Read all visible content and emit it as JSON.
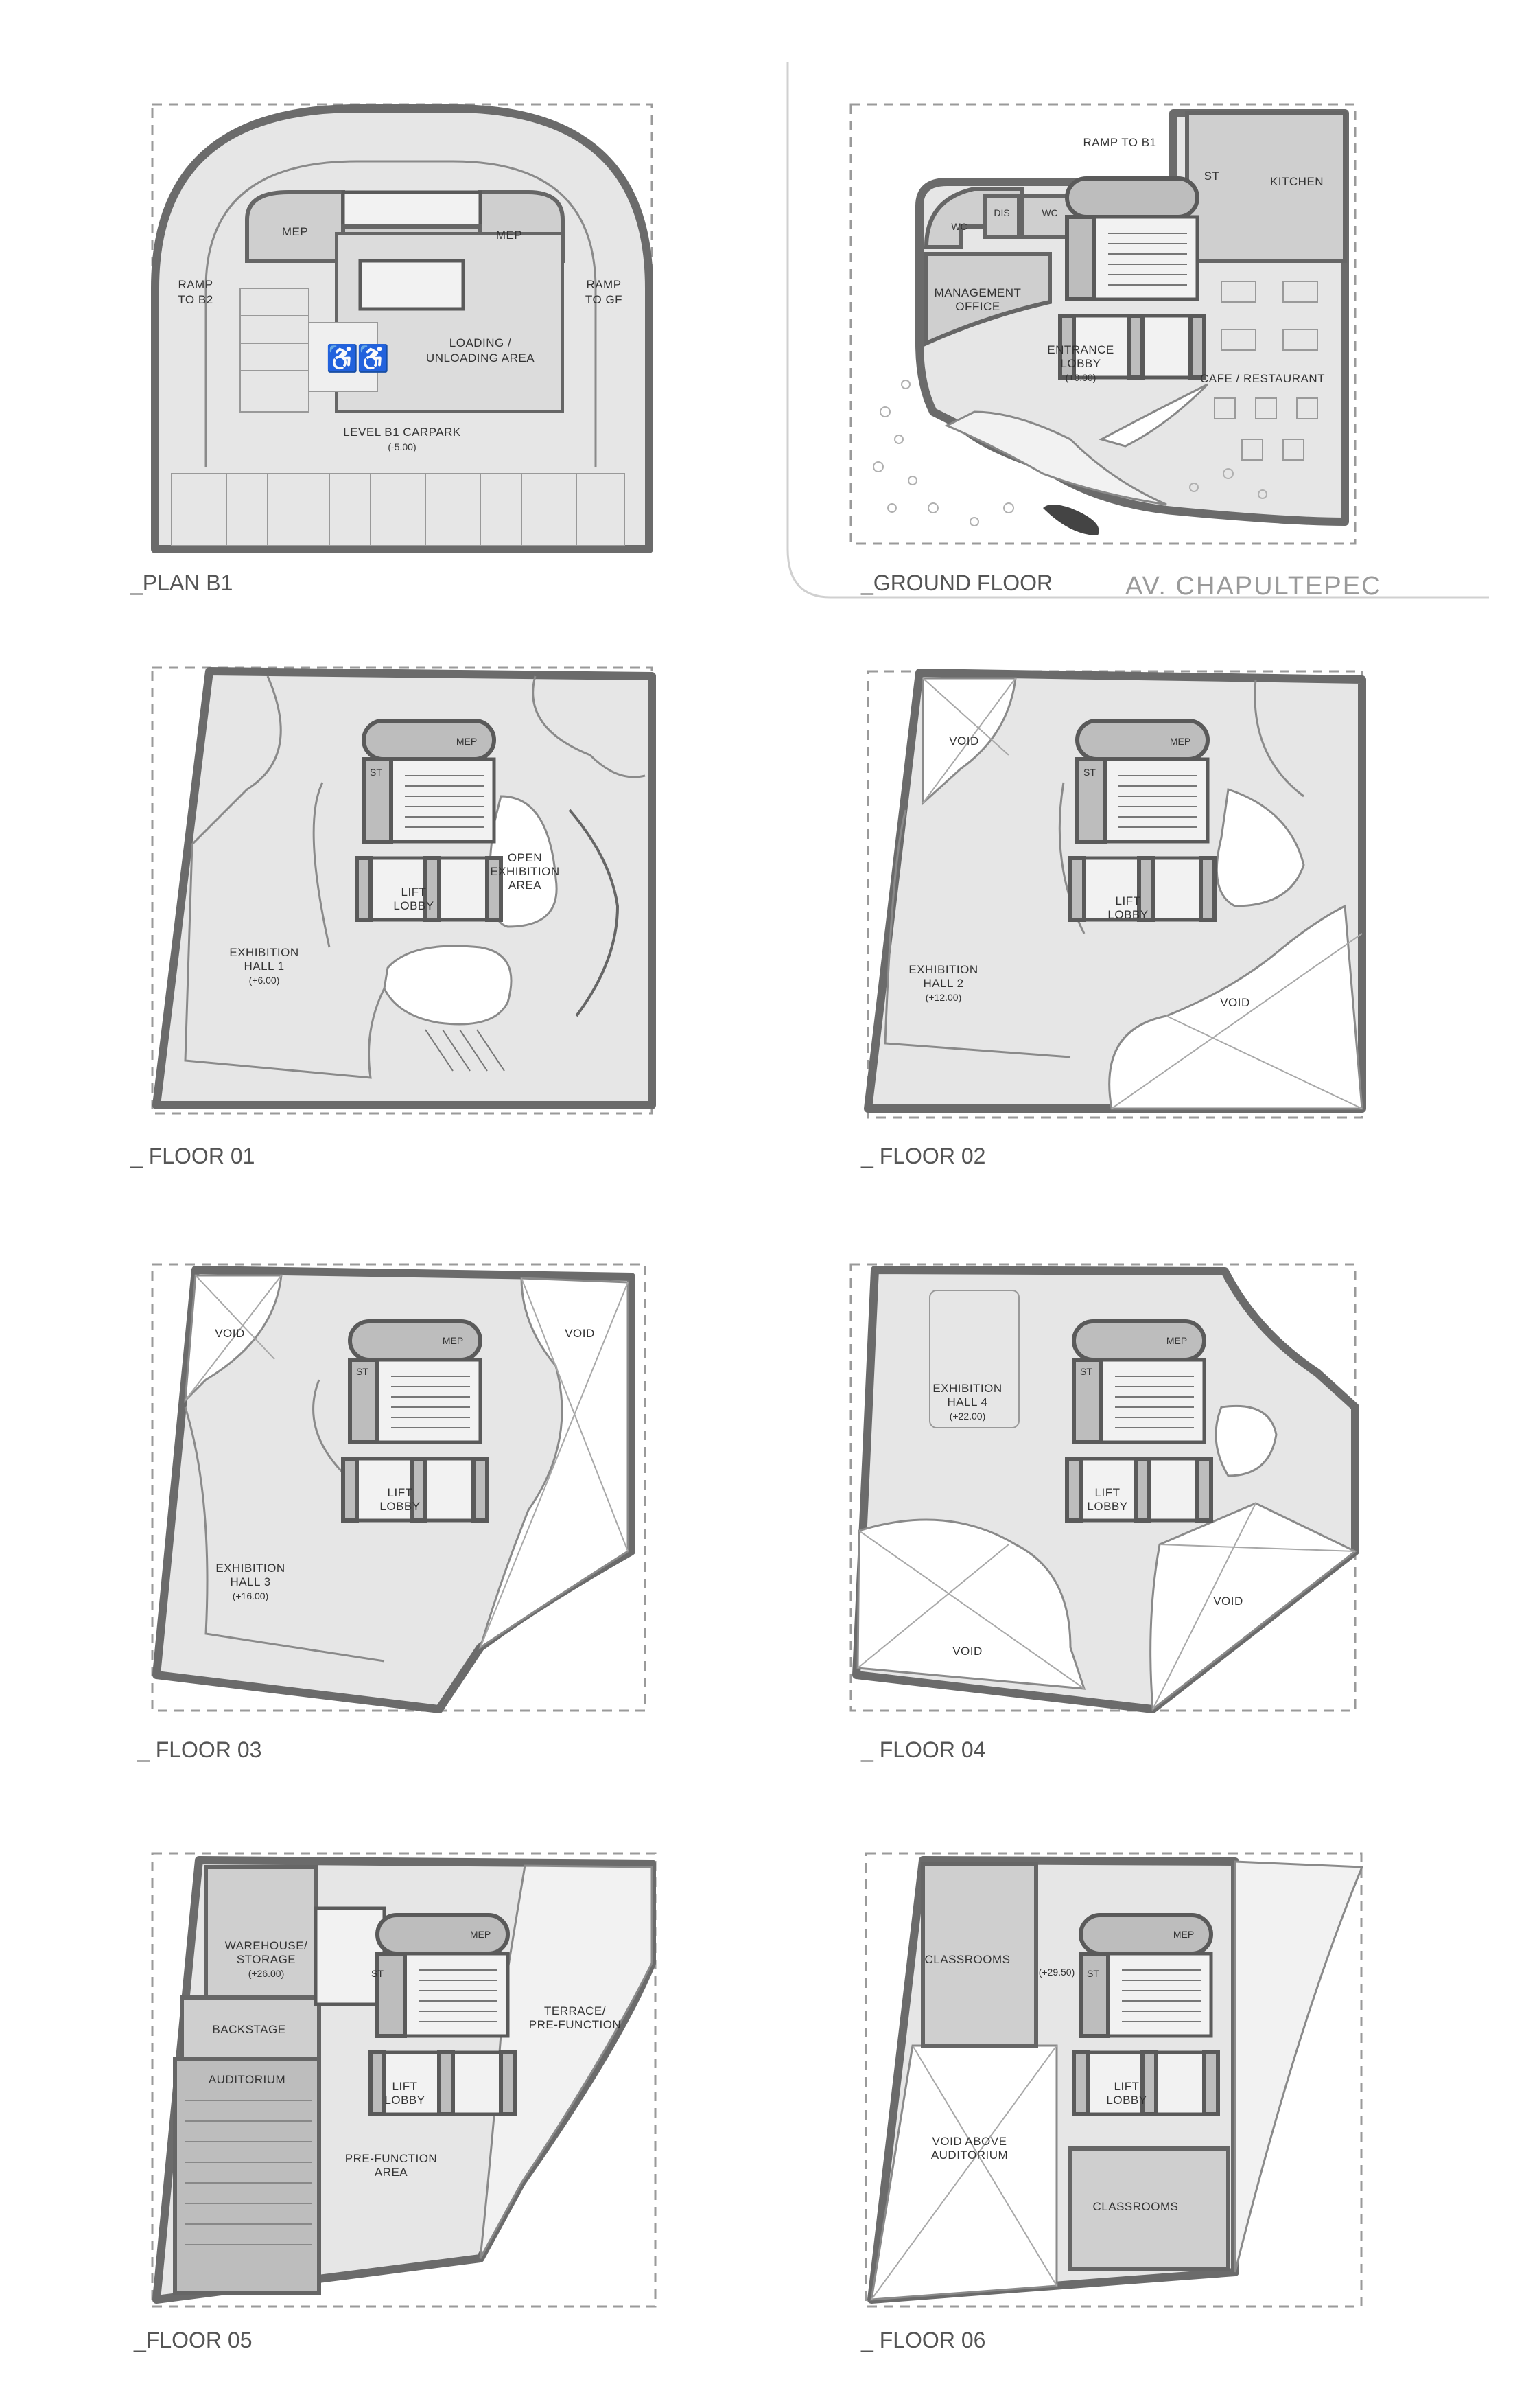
{
  "captions": {
    "b1": "_PLAN B1",
    "gf": "_GROUND FLOOR",
    "f01": "_ FLOOR 01",
    "f02": "_ FLOOR 02",
    "f03": "_ FLOOR 03",
    "f04": "_ FLOOR 04",
    "f05": "_FLOOR 05",
    "f06": "_ FLOOR 06"
  },
  "street_name": "AV. CHAPULTEPEC",
  "b1": {
    "mep": "MEP",
    "ramp_b2": [
      "RAMP",
      "TO B2"
    ],
    "ramp_gf": [
      "RAMP",
      "TO GF"
    ],
    "loading": [
      "LOADING /",
      "UNLOADING AREA"
    ],
    "carpark": [
      "LEVEL B1 CARPARK",
      "(-5.00)"
    ]
  },
  "gf": {
    "ramp_b1": "RAMP TO B1",
    "st": "ST",
    "kitchen": "KITCHEN",
    "wc": "WC",
    "dis": "DIS",
    "management": [
      "MANAGEMENT",
      "OFFICE"
    ],
    "lobby": [
      "ENTRANCE",
      "LOBBY",
      "(+0.00)"
    ],
    "cafe": "CAFE / RESTAURANT"
  },
  "common": {
    "mep": "MEP",
    "st": "ST",
    "lift_lobby": [
      "LIFT",
      "LOBBY"
    ],
    "void": "VOID"
  },
  "f01": {
    "open_exhibition": [
      "OPEN",
      "EXHIBITION",
      "AREA"
    ],
    "hall": [
      "EXHIBITION",
      "HALL 1",
      "(+6.00)"
    ]
  },
  "f02": {
    "hall": [
      "EXHIBITION",
      "HALL 2",
      "(+12.00)"
    ]
  },
  "f03": {
    "hall": [
      "EXHIBITION",
      "HALL 3",
      "(+16.00)"
    ]
  },
  "f04": {
    "hall": [
      "EXHIBITION",
      "HALL 4",
      "(+22.00)"
    ]
  },
  "f05": {
    "warehouse": [
      "WAREHOUSE/",
      "STORAGE",
      "(+26.00)"
    ],
    "backstage": "BACKSTAGE",
    "auditorium": "AUDITORIUM",
    "prefunction": [
      "PRE-FUNCTION",
      "AREA"
    ],
    "terrace": [
      "TERRACE/",
      "PRE-FUNCTION"
    ]
  },
  "f06": {
    "classrooms": "CLASSROOMS",
    "level": "(+29.50)",
    "void_auditorium": [
      "VOID ABOVE",
      "AUDITORIUM"
    ]
  }
}
